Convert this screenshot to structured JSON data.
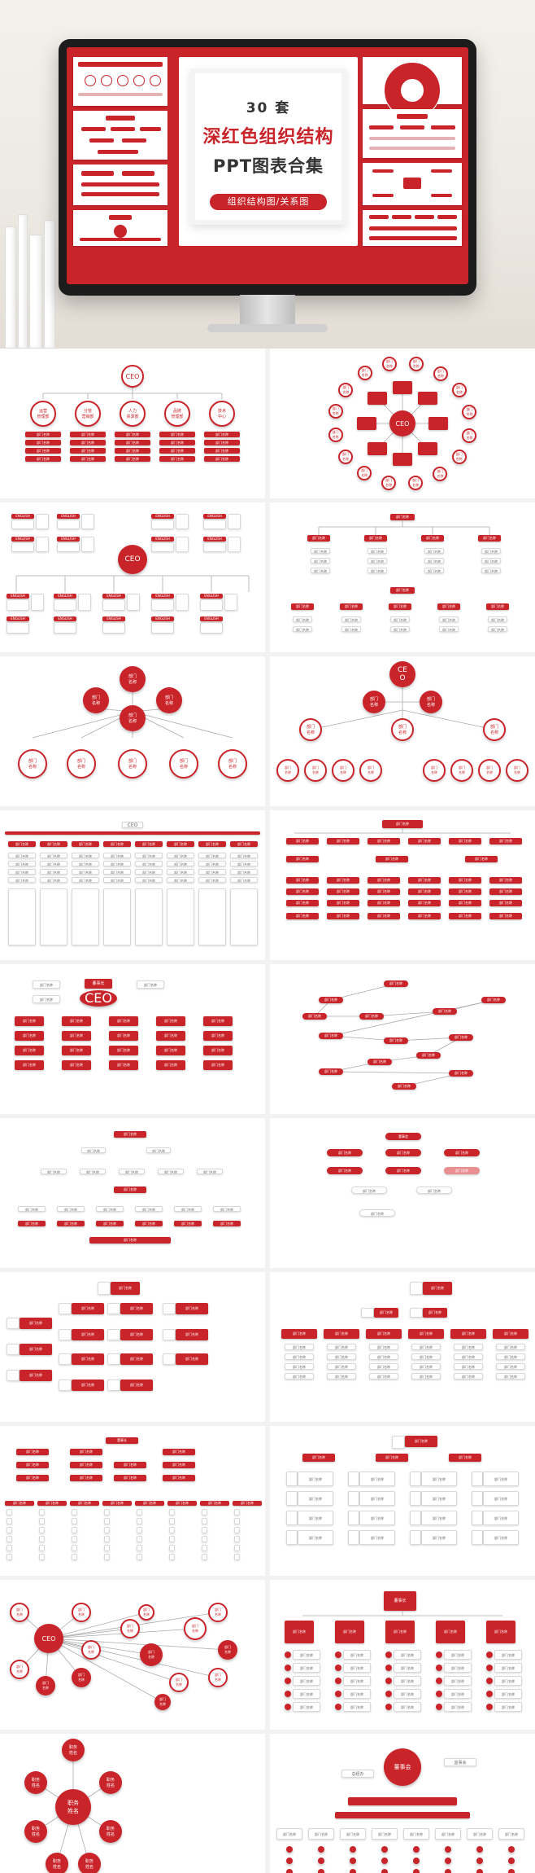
{
  "hero": {
    "count_line": "30 套",
    "title_line": "深红色组织结构",
    "subtitle_line": "PPT图表合集",
    "pill_label": "组织结构图/关系图"
  },
  "labels": {
    "ceo": "CEO",
    "ce": "CE",
    "o": "O",
    "dept_two_line_1": "部门",
    "dept_two_line_2": "名称",
    "dept": "部门名称",
    "board": "董事长",
    "board_meeting": "董事会",
    "supervisors": "监事会",
    "gm_office": "总经办",
    "position_1": "职务",
    "position_2": "姓名",
    "english": "ENGLISH",
    "s1_circles": [
      "运营\n管理部",
      "分管\n营销部",
      "人力\n资源部",
      "品牌\n管理部",
      "技术\n中心"
    ]
  },
  "colors": {
    "accent": "#c9242a",
    "panel": "#ffffff",
    "bg": "#f2f2f2"
  }
}
